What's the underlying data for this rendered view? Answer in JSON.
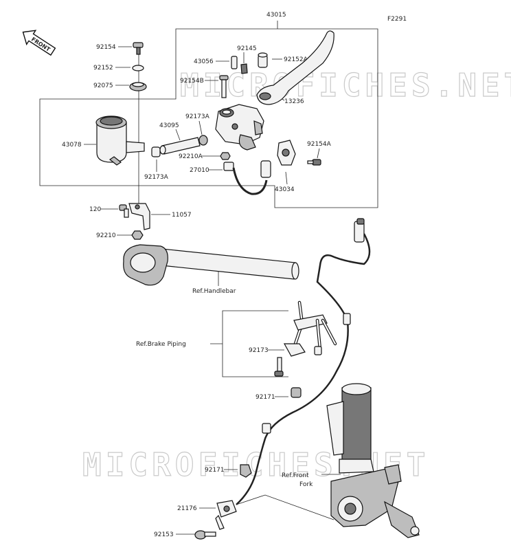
{
  "figure_code": "F2291",
  "front_label": "FRONT",
  "watermark": "MICROFICHES.NET",
  "labels": {
    "43015": "43015",
    "92154": "92154",
    "92152": "92152",
    "92075": "92075",
    "43056": "43056",
    "92145": "92145",
    "92152A": "92152A",
    "92154B": "92154B",
    "13236": "13236",
    "43095": "43095",
    "92173A_top": "92173A",
    "43078": "43078",
    "92210A": "92210A",
    "92154A": "92154A",
    "27010": "27010",
    "92173A_bottom": "92173A",
    "43034": "43034",
    "120": "120",
    "11057": "11057",
    "92210": "92210",
    "ref_handlebar": "Ref.Handlebar",
    "ref_brake_piping": "Ref.Brake Piping",
    "92173": "92173",
    "92171_top": "92171",
    "92171_bottom": "92171",
    "ref_front_fork": "Ref.Front",
    "ref_front_fork_2": "Fork",
    "21176": "21176",
    "92153": "92153"
  }
}
